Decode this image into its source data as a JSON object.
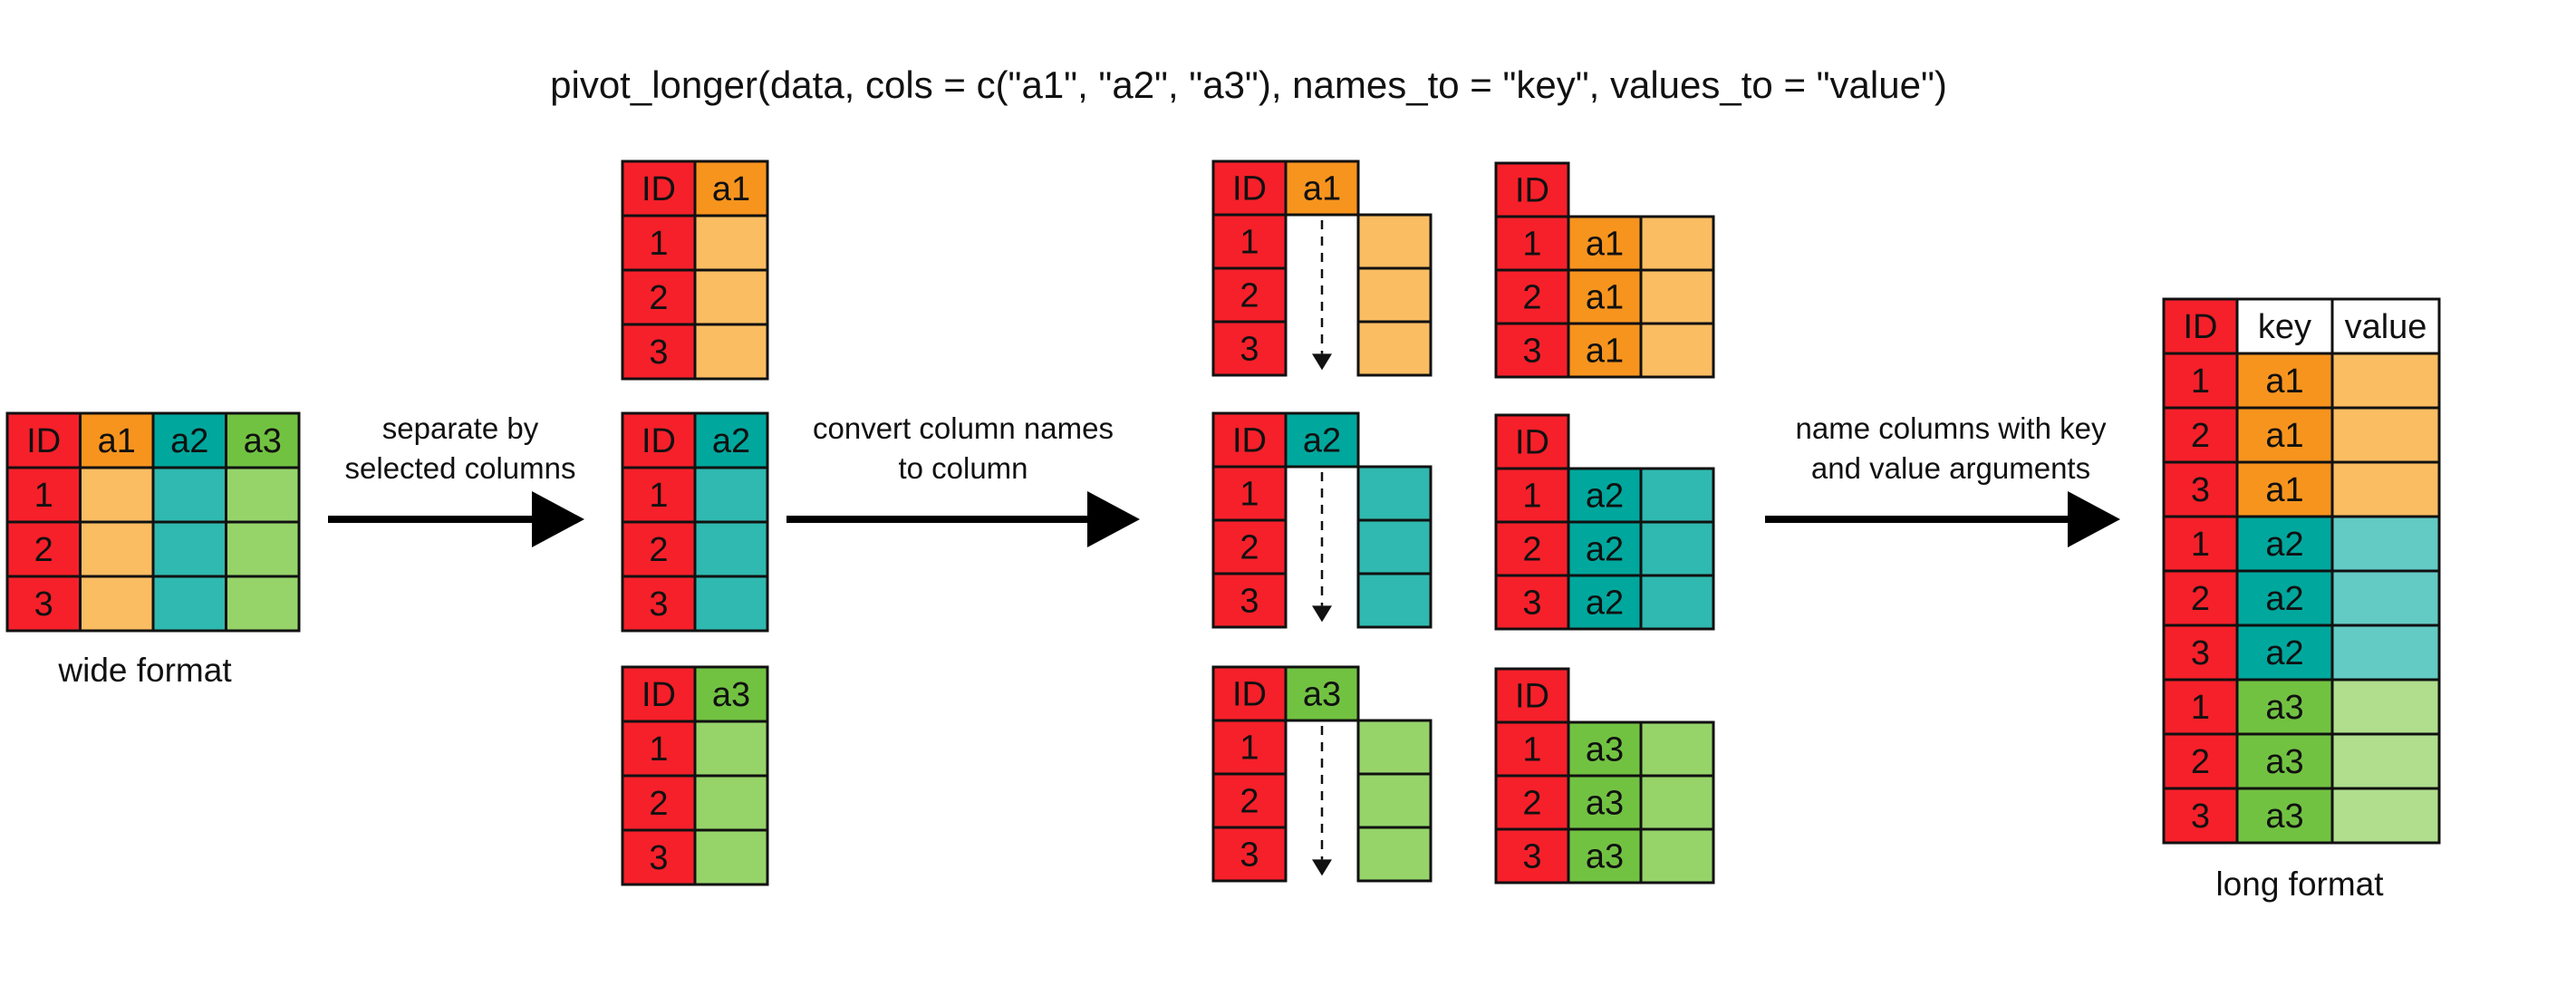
{
  "title": "pivot_longer(data, cols = c(\"a1\", \"a2\", \"a3\"), names_to = \"key\", values_to = \"value\")",
  "colors": {
    "id": "#f5202a",
    "a1_header": "#f7941e",
    "a1_value": "#fbbd62",
    "a2_header": "#00a79d",
    "a2_value": "#2fb9b0",
    "a2_value_long": "#63cbc4",
    "a3_header": "#72c242",
    "a3_value": "#96d46a",
    "a3_value_long": "#b0de8d",
    "white": "#ffffff",
    "border": "#111111"
  },
  "wide_table": {
    "caption": "wide format",
    "headers": [
      "ID",
      "a1",
      "a2",
      "a3"
    ],
    "ids": [
      "1",
      "2",
      "3"
    ]
  },
  "steps": [
    {
      "label_lines": [
        "separate by",
        "selected columns"
      ]
    },
    {
      "label_lines": [
        "convert column names",
        "to column"
      ]
    },
    {
      "label_lines": [
        "name columns with key",
        "and value arguments"
      ]
    }
  ],
  "split_tables": [
    {
      "id_header": "ID",
      "column": "a1",
      "ids": [
        "1",
        "2",
        "3"
      ]
    },
    {
      "id_header": "ID",
      "column": "a2",
      "ids": [
        "1",
        "2",
        "3"
      ]
    },
    {
      "id_header": "ID",
      "column": "a3",
      "ids": [
        "1",
        "2",
        "3"
      ]
    }
  ],
  "long_table": {
    "caption": "long format",
    "headers": [
      "ID",
      "key",
      "value"
    ],
    "rows": [
      {
        "id": "1",
        "key": "a1"
      },
      {
        "id": "2",
        "key": "a1"
      },
      {
        "id": "3",
        "key": "a1"
      },
      {
        "id": "1",
        "key": "a2"
      },
      {
        "id": "2",
        "key": "a2"
      },
      {
        "id": "3",
        "key": "a2"
      },
      {
        "id": "1",
        "key": "a3"
      },
      {
        "id": "2",
        "key": "a3"
      },
      {
        "id": "3",
        "key": "a3"
      }
    ]
  }
}
